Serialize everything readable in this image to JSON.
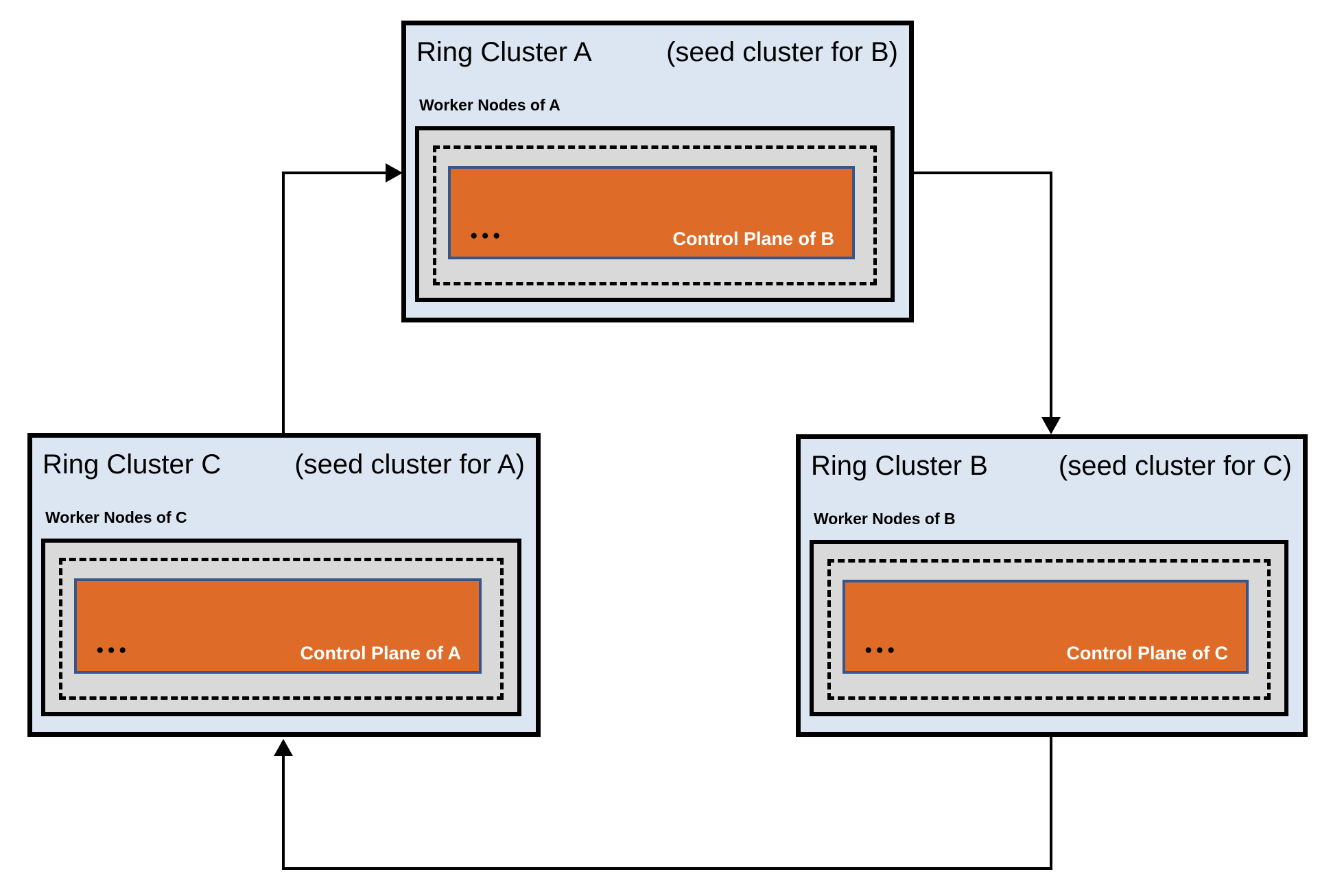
{
  "diagram": {
    "description": "Ring of three Gardener clusters, each acting as seed cluster hosting the next cluster's control plane",
    "clusters": [
      {
        "id": "A",
        "title": "Ring Cluster A",
        "seed_note": "(seed cluster for B)",
        "worker_label": "Worker Nodes of A",
        "dots": "●●●",
        "control_plane_label": "Control Plane of B"
      },
      {
        "id": "C",
        "title": "Ring Cluster C",
        "seed_note": "(seed cluster for A)",
        "worker_label": "Worker Nodes of C",
        "dots": "●●●",
        "control_plane_label": "Control Plane of A"
      },
      {
        "id": "B",
        "title": "Ring Cluster B",
        "seed_note": "(seed cluster for C)",
        "worker_label": "Worker Nodes of B",
        "dots": "●●●",
        "control_plane_label": "Control Plane of C"
      }
    ],
    "arrows": [
      {
        "from": "Ring Cluster C",
        "to": "Ring Cluster A"
      },
      {
        "from": "Ring Cluster A",
        "to": "Ring Cluster B"
      },
      {
        "from": "Ring Cluster B",
        "to": "Ring Cluster C"
      }
    ],
    "colors": {
      "cluster_bg": "#dce6f2",
      "worker_box_bg": "#d9d9d9",
      "control_plane_bg": "#de6c28",
      "control_plane_border": "#35568c",
      "control_plane_text": "#ffffff",
      "line": "#000000",
      "text": "#000000"
    }
  }
}
